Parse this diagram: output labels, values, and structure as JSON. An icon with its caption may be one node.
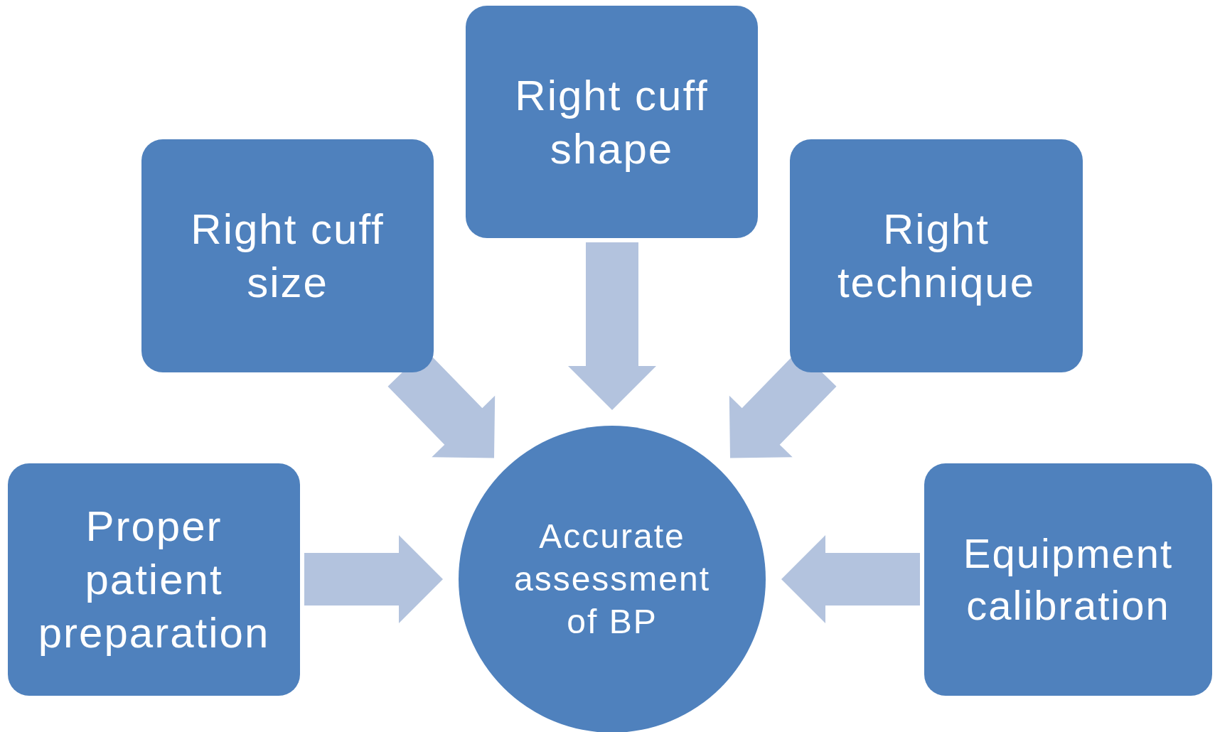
{
  "diagram": {
    "nodes": [
      {
        "text": [
          "Right cuff shape"
        ]
      },
      {
        "text": [
          "Right cuff size"
        ]
      },
      {
        "text": [
          "Right technique"
        ]
      },
      {
        "text": [
          "Proper patient preparation"
        ]
      },
      {
        "text": [
          "Accurate assessment of BP"
        ]
      },
      {
        "text": [
          "Equipment calibration"
        ]
      }
    ],
    "edges": [
      {
        "from": 0,
        "to": 4,
        "arrow": "to",
        "style": "thick"
      },
      {
        "from": 1,
        "to": 4,
        "arrow": "to",
        "style": "thick"
      },
      {
        "from": 2,
        "to": 4,
        "arrow": "to",
        "style": "thick"
      },
      {
        "from": 3,
        "to": 4,
        "arrow": "to",
        "style": "thick"
      },
      {
        "from": 5,
        "to": 4,
        "arrow": "to",
        "style": "thick"
      }
    ]
  }
}
